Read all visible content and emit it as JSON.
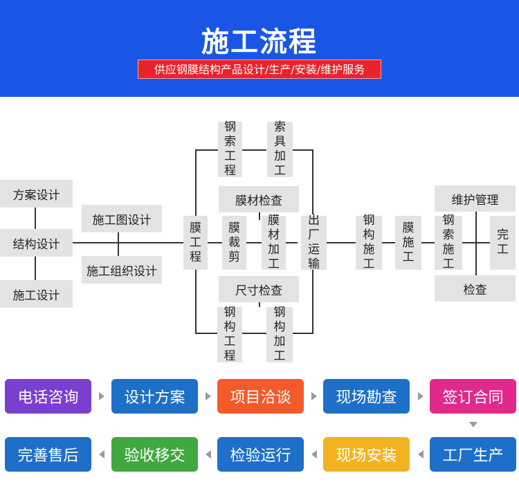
{
  "header": {
    "title": "施工流程",
    "subtitle": "供应钢膜结构产品设计/生产/安装/维护服务"
  },
  "flow": {
    "fangan": "方案设计",
    "jiegou": "结构设计",
    "shigong_design": "施工设计",
    "shigongtu": "施工图设计",
    "zuzhi": "施工组织设计",
    "mo_gongcheng": "膜工程",
    "gangsuo_gongcheng": "钢索工程",
    "suoju": "索具加工",
    "mocai_jiancha": "膜材检查",
    "mo_caijian": "膜裁剪",
    "mocai_jiagong": "膜材加工",
    "chuchang": "出厂运输",
    "chicun": "尺寸检查",
    "gougou_gongcheng": "钢构工程",
    "gougou_jiagong": "钢构加工",
    "gougou_shigong": "钢构施工",
    "mo_shigong": "膜施工",
    "weihu": "维护管理",
    "gangsuo_shigong": "钢索施工",
    "wangong": "完工",
    "jiancha": "检查"
  },
  "process": {
    "row1": [
      "电话咨询",
      "设计方案",
      "项目洽谈",
      "现场勘查",
      "签订合同"
    ],
    "row2": [
      "完善售后",
      "验收移交",
      "检验运行",
      "现场安装",
      "工厂生产"
    ]
  },
  "colors": {
    "header_bg": "#1a56e6",
    "subtitle_bg": "#e8242a",
    "purple": "#7b3fd0",
    "blue": "#1e6fc8",
    "orange": "#f25a2a",
    "pink": "#e0298a",
    "green": "#3fa93f",
    "yellow": "#f2b320"
  }
}
